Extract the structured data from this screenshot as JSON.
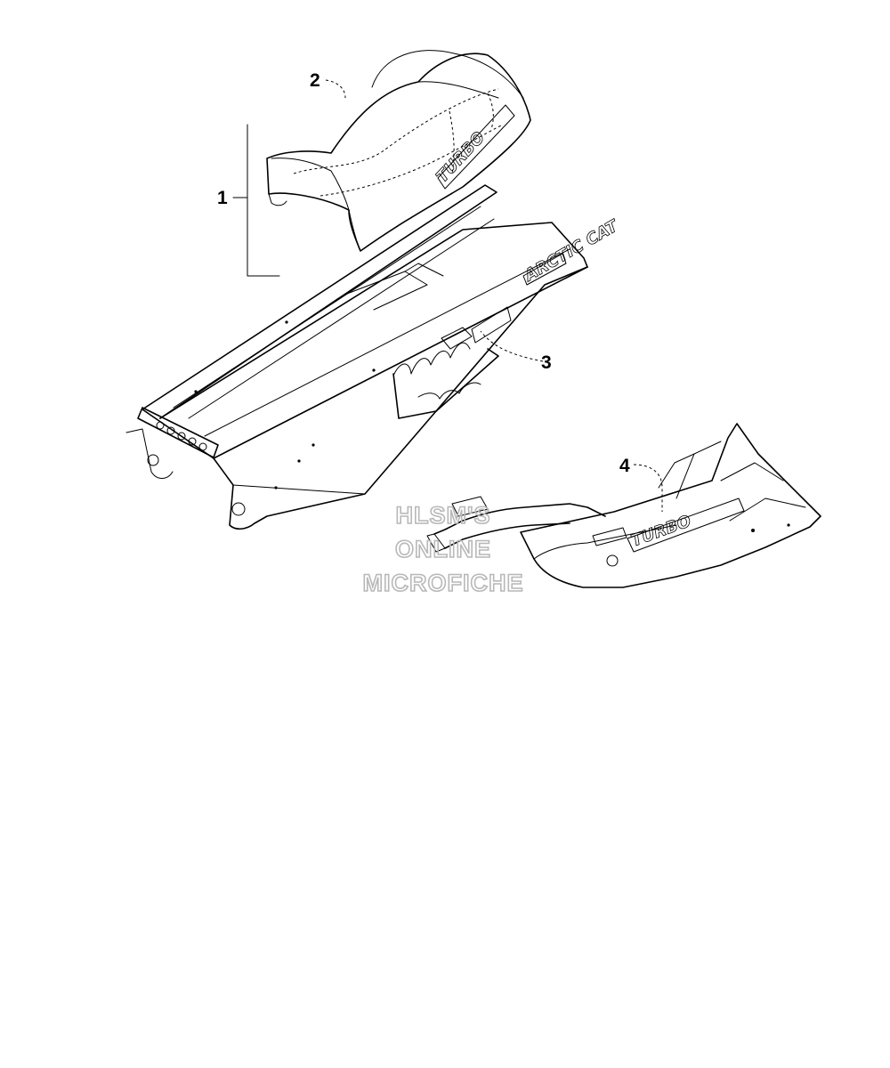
{
  "diagram": {
    "callouts": [
      {
        "id": "1",
        "label": "1"
      },
      {
        "id": "2",
        "label": "2"
      },
      {
        "id": "3",
        "label": "3"
      },
      {
        "id": "4",
        "label": "4"
      }
    ],
    "watermark": {
      "line1": "HLSM'S",
      "line2": "ONLINE",
      "line3": "MICROFICHE"
    },
    "decals": {
      "seat_side": "TURBO",
      "tunnel_badge": "ARCTIC CAT",
      "side_panel": "TURBO"
    },
    "colors": {
      "line": "#000000",
      "watermark": "#b8b8b8",
      "background": "#ffffff"
    }
  }
}
